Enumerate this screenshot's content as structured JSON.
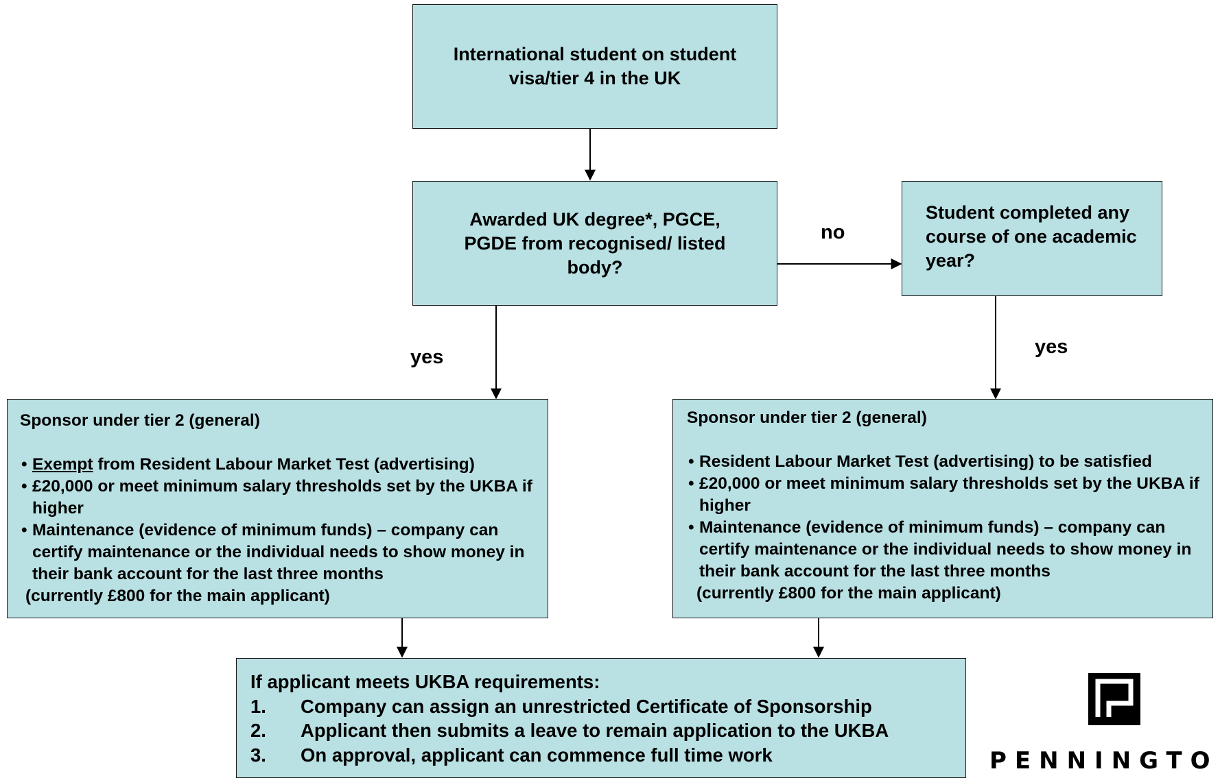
{
  "boxes": {
    "start": "International student on student visa/tier 4 in the UK",
    "degree_q": "Awarded UK degree*, PGCE, PGDE from recognised/ listed body?",
    "course_q": "Student completed any course of one academic year?",
    "left": {
      "title": "Sponsor under tier 2 (general)",
      "b1_underlined": "Exempt",
      "b1_rest": " from Resident Labour Market Test (advertising)",
      "b2": "£20,000 or meet minimum salary thresholds set by the UKBA if higher",
      "b3": "Maintenance (evidence of minimum funds) – company can certify maintenance or the individual needs to show money in their bank account for the last three months",
      "note": "(currently £800 for the main applicant)"
    },
    "right": {
      "title": "Sponsor under tier 2 (general)",
      "b1": "Resident Labour Market Test (advertising) to be satisfied",
      "b2": "£20,000 or meet minimum salary thresholds set by the UKBA if higher",
      "b3": "Maintenance (evidence of minimum funds) – company can certify maintenance or the individual needs to show money in their bank account for the last three months",
      "note": "(currently £800 for the main applicant)"
    },
    "bottom": {
      "title": "If applicant meets UKBA requirements:",
      "steps": [
        {
          "num": "1.",
          "text": "Company can assign an unrestricted Certificate of Sponsorship"
        },
        {
          "num": "2.",
          "text": "Applicant then submits a leave to remain application to the UKBA"
        },
        {
          "num": "3.",
          "text": "On approval, applicant can commence full time work"
        }
      ]
    }
  },
  "labels": {
    "no": "no",
    "yes_left": "yes",
    "yes_right": "yes"
  },
  "logo": {
    "text": "PENNINGTON"
  },
  "colors": {
    "box_fill": "#b9e0e3",
    "border": "#1a1a1a"
  }
}
